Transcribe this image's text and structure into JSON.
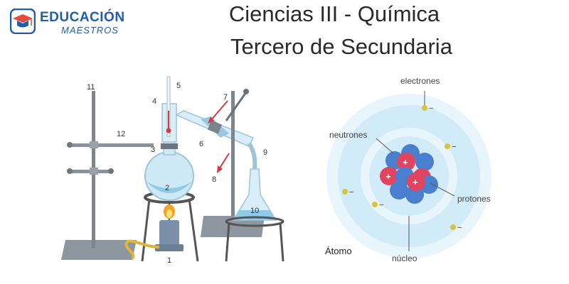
{
  "logo": {
    "word1": "EDUCACIÓN",
    "word2": "MAESTROS",
    "icon": "graduation-cap-icon",
    "color": "#1e5fa8"
  },
  "header": {
    "title_line1": "Ciencias III - Química",
    "title_line2": "Tercero de Secundaria"
  },
  "distillation": {
    "labels": [
      "1",
      "2",
      "3",
      "4",
      "5",
      "6",
      "7",
      "8",
      "9",
      "10",
      "11",
      "12"
    ]
  },
  "atom": {
    "label_electrons": "electrones",
    "label_neutrons": "neutrones",
    "label_protons": "protones",
    "label_nucleus": "núcleo",
    "label_atom": "Átomo"
  },
  "colors": {
    "proton": "#e0445e",
    "neutron": "#4a7fd0",
    "electron": "#d8c43a",
    "orbit": "#c7e6f6"
  }
}
